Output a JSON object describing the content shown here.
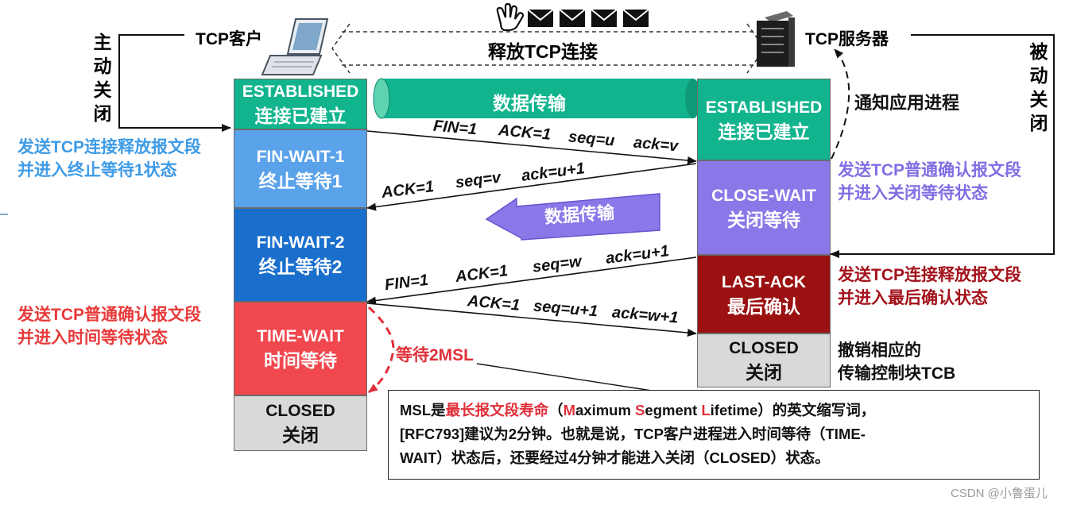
{
  "header": {
    "client_label": "TCP客户",
    "server_label": "TCP服务器",
    "release_label": "释放TCP连接"
  },
  "side_labels": {
    "active_close": "主动关闭",
    "passive_close": "被动关闭"
  },
  "client_states": [
    {
      "l1": "ESTABLISHED",
      "l2": "连接已建立",
      "color": "#12b48e",
      "text_color": "#ffffff"
    },
    {
      "l1": "FIN-WAIT-1",
      "l2": "终止等待1",
      "color": "#5aa2ea",
      "text_color": "#ffffff"
    },
    {
      "l1": "FIN-WAIT-2",
      "l2": "终止等待2",
      "color": "#1a6fcd",
      "text_color": "#ffffff"
    },
    {
      "l1": "TIME-WAIT",
      "l2": "时间等待",
      "color": "#f0484e",
      "text_color": "#ffffff"
    },
    {
      "l1": "CLOSED",
      "l2": "关闭",
      "color": "#d9d9d9",
      "text_color": "#111111"
    }
  ],
  "server_states": [
    {
      "l1": "ESTABLISHED",
      "l2": "连接已建立",
      "color": "#12b48e",
      "text_color": "#ffffff"
    },
    {
      "l1": "CLOSE-WAIT",
      "l2": "关闭等待",
      "color": "#8a78e8",
      "text_color": "#ffffff"
    },
    {
      "l1": "LAST-ACK",
      "l2": "最后确认",
      "color": "#9b1010",
      "text_color": "#ffffff"
    },
    {
      "l1": "CLOSED",
      "l2": "关闭",
      "color": "#d9d9d9",
      "text_color": "#111111"
    }
  ],
  "data_transfer_label": "数据传输",
  "data_transfer_label_2": "数据传输",
  "segments": {
    "seg1": {
      "fin": "FIN=1",
      "ack": "ACK=1",
      "seq": "seq=u",
      "acknum": "ack=v"
    },
    "seg2": {
      "ack": "ACK=1",
      "seq": "seq=v",
      "acknum": "ack=u+1"
    },
    "seg3": {
      "fin": "FIN=1",
      "ack": "ACK=1",
      "seq": "seq=w",
      "acknum": "ack=u+1"
    },
    "seg4": {
      "ack": "ACK=1",
      "seq": "seq=u+1",
      "acknum": "ack=w+1"
    }
  },
  "annotations": {
    "left_1_line1": "发送TCP连接释放报文段",
    "left_1_line2": "并进入终止等待1状态",
    "left_2_line1": "发送TCP普通确认报文段",
    "left_2_line2": "并进入时间等待状态",
    "right_notify": "通知应用进程",
    "right_1_line1": "发送TCP普通确认报文段",
    "right_1_line2": "并进入关闭等待状态",
    "right_2_line1": "发送TCP连接释放报文段",
    "right_2_line2": "并进入最后确认状态",
    "right_3_line1": "撤销相应的",
    "right_3_line2": "传输控制块TCB",
    "wait_2msl": "等待2MSL"
  },
  "note": {
    "p1": "MSL是",
    "p2": "最长报文段寿命",
    "p3": "（",
    "m": "M",
    "p4": "aximum ",
    "s": "S",
    "p5": "egment ",
    "lf": "L",
    "p6": "ifetime）的英文缩写词，",
    "line2": "[RFC793]建议为2分钟。也就是说，TCP客户进程进入时间等待（TIME-",
    "line3": "WAIT）状态后，还要经过4分钟才能进入关闭（CLOSED）状态。"
  },
  "watermark": "CSDN @小鲁蛋儿",
  "colors": {
    "left_1": "#3e9be6",
    "left_2": "#e83a3a",
    "right_1": "#7f6fe3",
    "right_2": "#a3121b",
    "accent_red": "#e0303a"
  },
  "icons": [
    "laptop-icon",
    "server-icon",
    "hand-icon",
    "envelope-icon"
  ]
}
